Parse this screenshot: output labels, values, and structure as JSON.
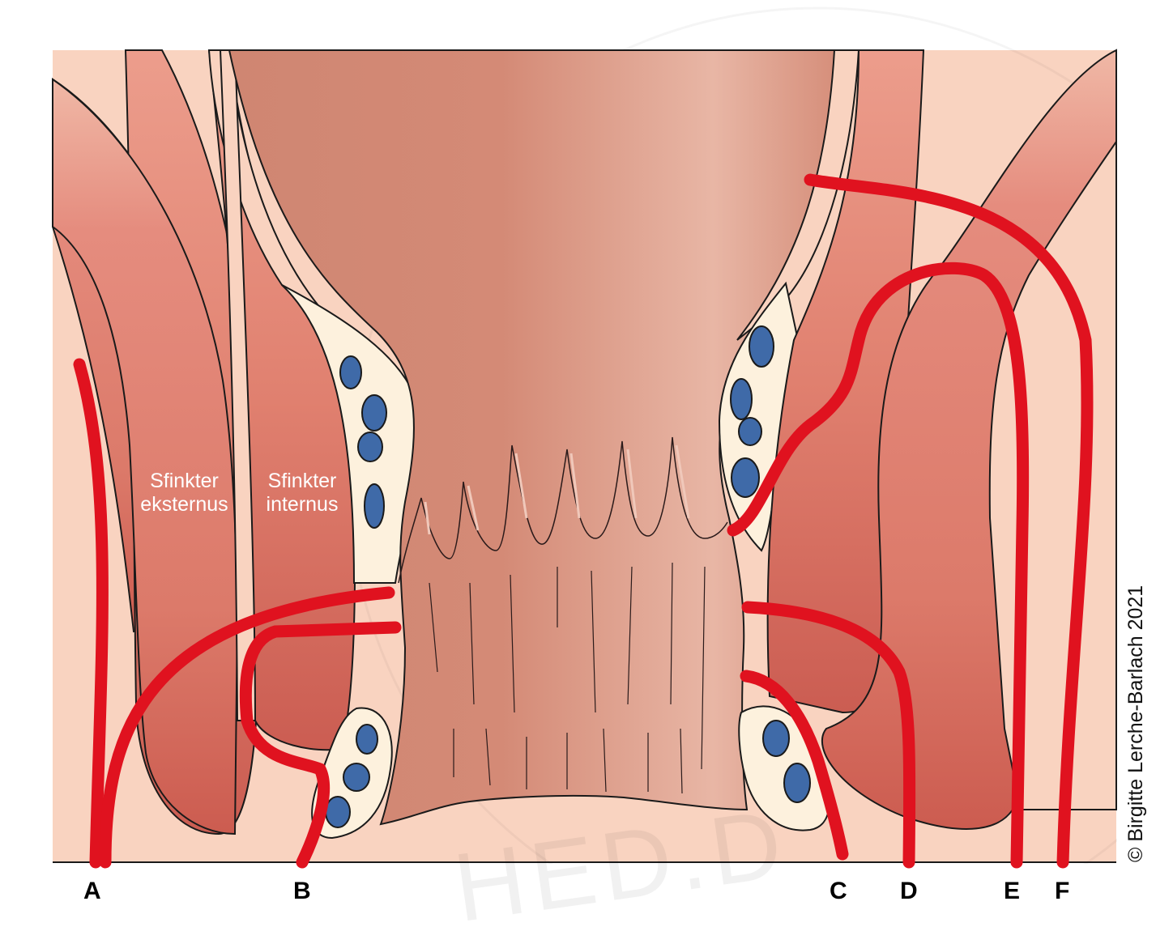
{
  "labels": {
    "sphincter_externus": [
      "Sfinkter",
      "eksternus"
    ],
    "sphincter_internus": [
      "Sfinkter",
      "internus"
    ]
  },
  "routes": [
    "A",
    "B",
    "C",
    "D",
    "E",
    "F"
  ],
  "copyright": "© Birgitte Lerche-Barlach 2021",
  "watermark": "HED.D",
  "colors": {
    "skin": "#f9d3c0",
    "muscle": "#d87a6a",
    "muscle_light": "#eba08f",
    "lumen": "#d18c78",
    "lumen_light": "#e7b3a2",
    "fat": "#fdf1dd",
    "vein": "#3f6aa8",
    "fistula": "#e0121f",
    "outline": "#1a1a1a"
  }
}
